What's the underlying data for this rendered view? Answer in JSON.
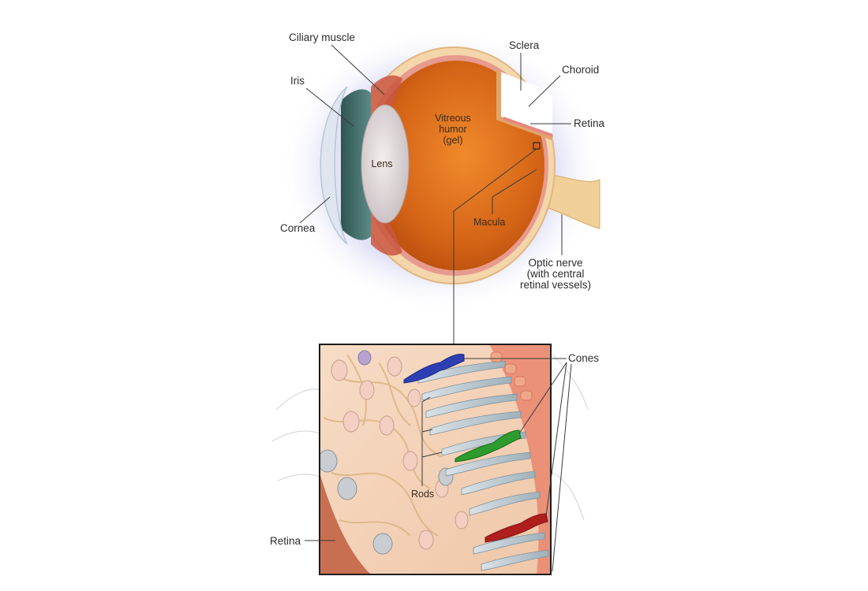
{
  "labels": {
    "ciliary_muscle": "Ciliary muscle",
    "iris": "Iris",
    "sclera": "Sclera",
    "choroid": "Choroid",
    "retina_top": "Retina",
    "vitreous_1": "Vitreous",
    "vitreous_2": "humor",
    "vitreous_3": "(gel)",
    "lens": "Lens",
    "cornea": "Cornea",
    "macula": "Macula",
    "optic_1": "Optic nerve",
    "optic_2": "(with central",
    "optic_3": "retinal vessels)",
    "cones": "Cones",
    "rods": "Rods",
    "retina_bottom": "Retina"
  },
  "colors": {
    "vitreous": "#d96a1c",
    "sclera": "#f3d3a6",
    "choroid": "#e28a8a",
    "iris": "#3f6a68",
    "cone_blue": "#2e3fb6",
    "cone_green": "#2e9b2e",
    "cone_red": "#b01e1e",
    "rod": "#b9c7cf"
  }
}
